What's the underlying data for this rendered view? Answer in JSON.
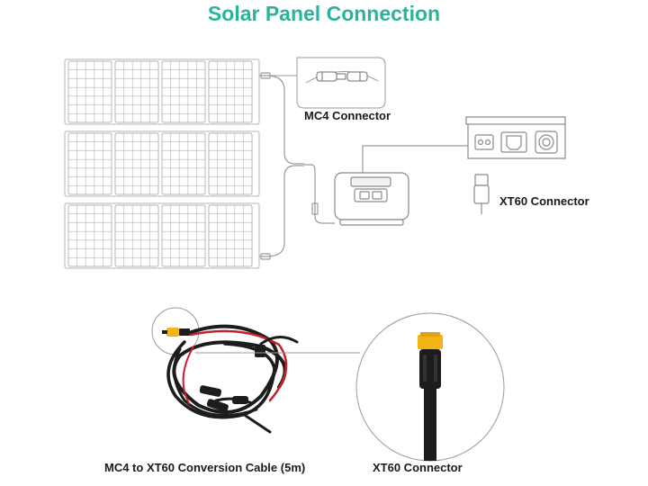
{
  "title": "Solar Panel Connection",
  "labels": {
    "mc4_connector": "MC4 Connector",
    "xt60_connector_top": "XT60 Connector",
    "cable": "MC4 to XT60 Conversion Cable (5m)",
    "xt60_connector_bottom": "XT60 Connector"
  },
  "colors": {
    "accent": "#2bb39a",
    "line": "#9a9a9a",
    "panel_line": "#b5b5b5",
    "cable": "#1c1c1c",
    "cable_red": "#c8202b",
    "xt60_yellow": "#f2b417"
  }
}
